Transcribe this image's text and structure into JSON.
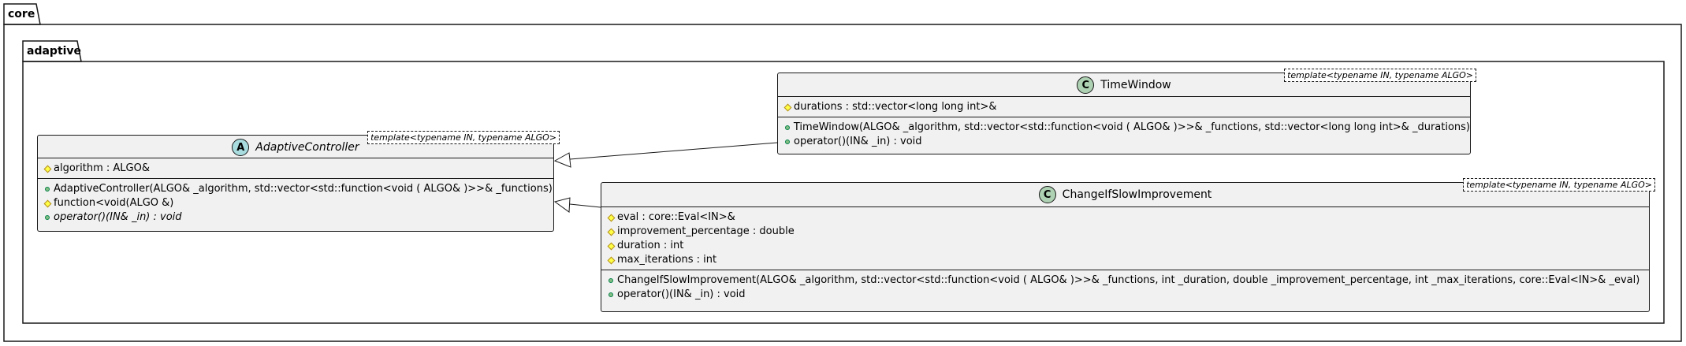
{
  "packages": {
    "outer": {
      "label": "core"
    },
    "inner": {
      "label": "adaptive"
    }
  },
  "classes": {
    "adaptive_controller": {
      "name": "AdaptiveController",
      "stereotype_letter": "A",
      "template": "template<typename IN, typename ALGO>",
      "fields": [
        {
          "visibility": "protected",
          "text": "algorithm : ALGO&"
        }
      ],
      "methods": [
        {
          "visibility": "public",
          "text": "AdaptiveController(ALGO& _algorithm, std::vector<std::function<void ( ALGO& )>>& _functions)"
        },
        {
          "visibility": "protected",
          "text": "function<void(ALGO &)"
        },
        {
          "visibility": "public",
          "text": "operator()(IN& _in) : void"
        }
      ]
    },
    "time_window": {
      "name": "TimeWindow",
      "stereotype_letter": "C",
      "template": "template<typename IN, typename ALGO>",
      "fields": [
        {
          "visibility": "protected",
          "text": "durations : std::vector<long long int>&"
        }
      ],
      "methods": [
        {
          "visibility": "public",
          "text": "TimeWindow(ALGO& _algorithm, std::vector<std::function<void ( ALGO& )>>& _functions, std::vector<long long int>& _durations)"
        },
        {
          "visibility": "public",
          "text": "operator()(IN& _in) : void"
        }
      ]
    },
    "change_if_slow": {
      "name": "ChangeIfSlowImprovement",
      "stereotype_letter": "C",
      "template": "template<typename IN, typename ALGO>",
      "fields": [
        {
          "visibility": "protected",
          "text": "eval : core::Eval<IN>&"
        },
        {
          "visibility": "protected",
          "text": "improvement_percentage : double"
        },
        {
          "visibility": "protected",
          "text": "duration : int"
        },
        {
          "visibility": "protected",
          "text": "max_iterations : int"
        }
      ],
      "methods": [
        {
          "visibility": "public",
          "text": "ChangeIfSlowImprovement(ALGO& _algorithm, std::vector<std::function<void ( ALGO& )>>& _functions, int _duration, double _improvement_percentage, int _max_iterations, core::Eval<IN>& _eval)"
        },
        {
          "visibility": "public",
          "text": "operator()(IN& _in) : void"
        }
      ]
    }
  },
  "colors": {
    "class_fill": "#f1f1f1",
    "border": "#181818",
    "abstract_circle": "#a9dcdf",
    "class_circle": "#add1b2",
    "public_marker": "#84be84",
    "protected_marker": "#ffff44"
  }
}
